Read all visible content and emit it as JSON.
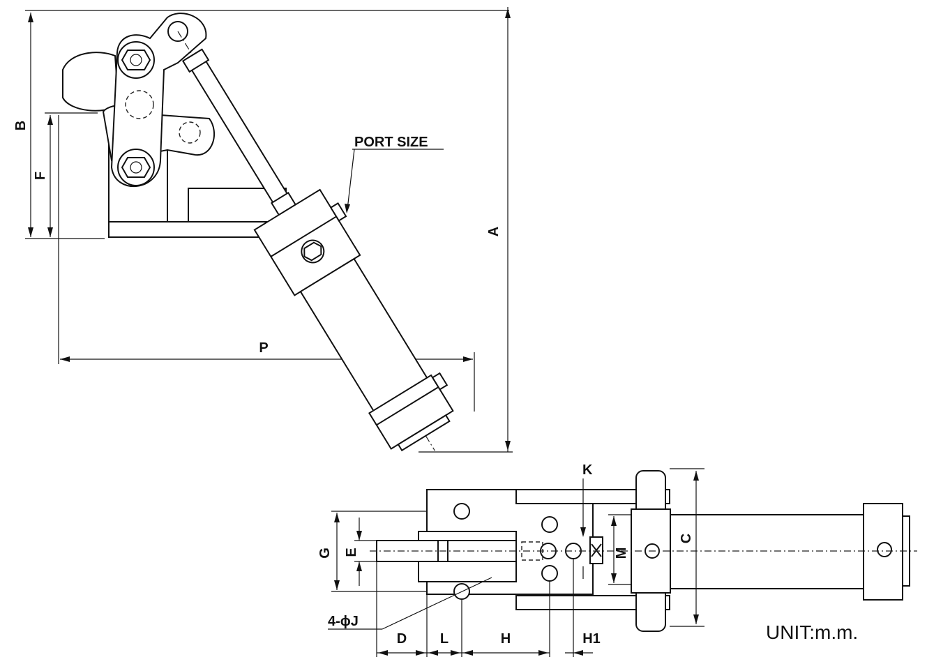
{
  "drawing": {
    "side_view": {
      "dimensions": {
        "A": "A",
        "B": "B",
        "F": "F",
        "P": "P"
      },
      "callout": "PORT SIZE"
    },
    "top_view": {
      "dimensions": {
        "K": "K",
        "C": "C",
        "G": "G",
        "E": "E",
        "M": "M",
        "D": "D",
        "L": "L",
        "H": "H",
        "H1": "H1"
      },
      "hole_callout": "4-ϕJ"
    },
    "unit_note": "UNIT:m.m."
  }
}
